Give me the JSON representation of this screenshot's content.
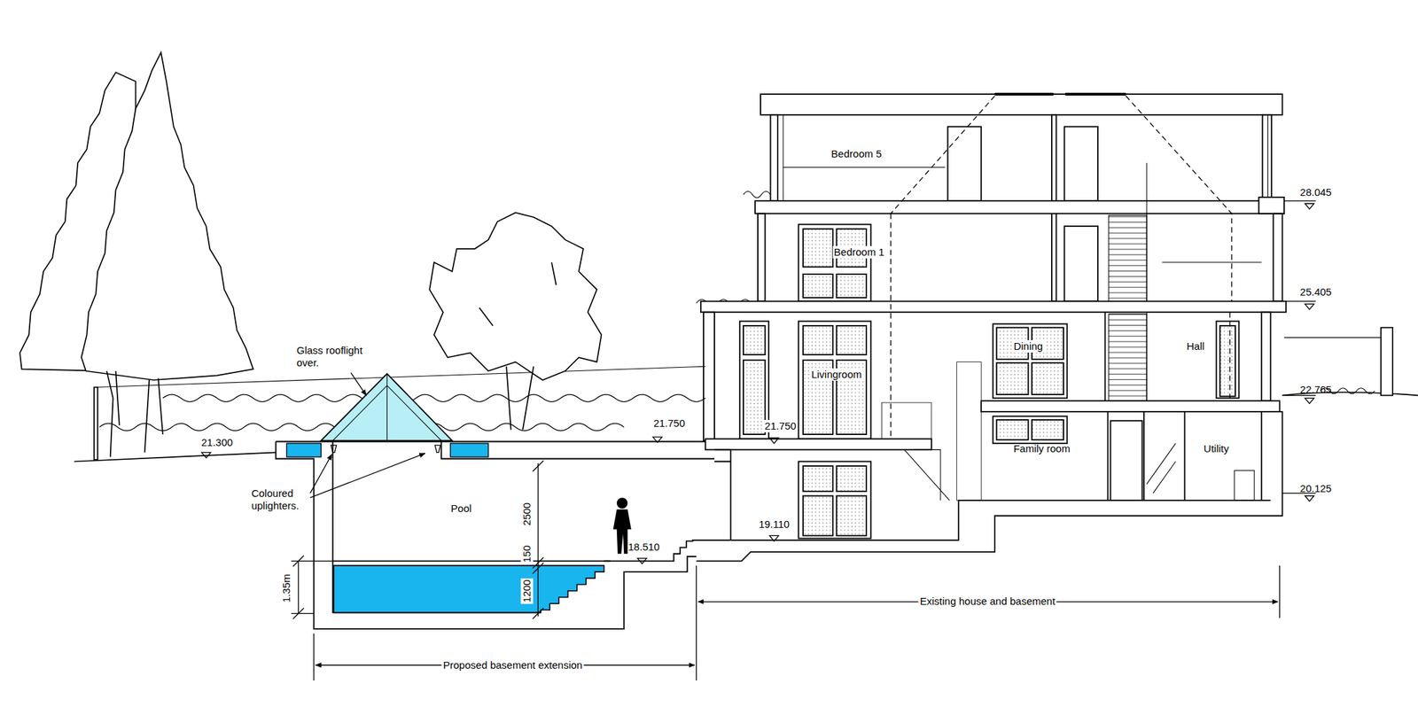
{
  "diagram": {
    "labels": [
      "Bedroom 5",
      "28.045",
      "Bedroom 1",
      "25.405",
      "Glass rooflight over.",
      "Dining",
      "Hall",
      "Livingroom",
      "22.765",
      "21.300",
      "21.750",
      "21.750",
      "Family room",
      "Utility",
      "Coloured uplighters.",
      "Pool",
      "2500",
      "20.125",
      "19.110",
      "18.510",
      "150",
      "1200",
      "1.35m",
      "Existing house and basement",
      "Proposed basement extension"
    ]
  }
}
